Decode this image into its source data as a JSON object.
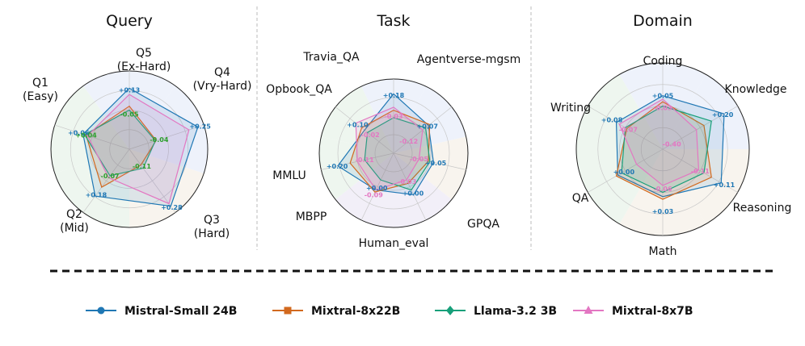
{
  "chart_data": [
    {
      "type": "radar",
      "title": "Query",
      "axes": [
        "Q5\n(Ex-Hard)",
        "Q4\n(Vry-Hard)",
        "Q3\n(Hard)",
        "Q2\n(Mid)",
        "Q1\n(Easy)"
      ],
      "series": [
        {
          "name": "Mistral-Small 24B",
          "values": [
            0.78,
            0.92,
            0.9,
            0.74,
            0.62
          ]
        },
        {
          "name": "Mixtral-8x22B",
          "values": [
            0.55,
            0.36,
            0.25,
            0.6,
            0.58
          ]
        },
        {
          "name": "Llama-3.2 3B",
          "values": [
            0.5,
            0.35,
            0.3,
            0.42,
            0.6
          ]
        },
        {
          "name": "Mixtral-8x7B",
          "values": [
            0.7,
            0.8,
            0.86,
            0.45,
            0.56
          ]
        }
      ],
      "annotations": [
        {
          "text": "+0.13",
          "axis": 0,
          "r": 0.76,
          "color": "#1f77b4"
        },
        {
          "text": "-0.05",
          "axis": 0,
          "r": 0.45,
          "color": "#2ca02c"
        },
        {
          "text": "+0.25",
          "axis": 1,
          "r": 0.95,
          "color": "#1f77b4"
        },
        {
          "text": "-0.04",
          "axis": 1,
          "r": 0.4,
          "color": "#2ca02c"
        },
        {
          "text": "+0.28",
          "axis": 2,
          "r": 0.92,
          "color": "#1f77b4"
        },
        {
          "text": "-0.11",
          "axis": 2,
          "r": 0.27,
          "color": "#2ca02c"
        },
        {
          "text": "+0.18",
          "axis": 3,
          "r": 0.72,
          "color": "#1f77b4"
        },
        {
          "text": "-0.07",
          "axis": 3,
          "r": 0.42,
          "color": "#2ca02c"
        },
        {
          "text": "+0.06",
          "axis": 4,
          "r": 0.68,
          "color": "#1f77b4"
        },
        {
          "text": "+0.04",
          "axis": 4,
          "r": 0.58,
          "color": "#2ca02c"
        }
      ],
      "sector_colors": [
        "#eef2fb",
        "#eef2fb",
        "#f8f4ee",
        "#eef6ef",
        "#eef6ef"
      ]
    },
    {
      "type": "radar",
      "title": "Task",
      "axes": [
        "Travia_QA",
        "Agentverse-mgsm",
        "GPQA",
        "Human_eval",
        "MBPP",
        "MMLU",
        "Opbook_QA"
      ],
      "series": [
        {
          "name": "Mistral-Small 24B",
          "values": [
            0.8,
            0.6,
            0.55,
            0.62,
            0.55,
            0.77,
            0.5
          ]
        },
        {
          "name": "Mixtral-8x22B",
          "values": [
            0.58,
            0.62,
            0.48,
            0.45,
            0.58,
            0.6,
            0.55
          ]
        },
        {
          "name": "Llama-3.2 3B",
          "values": [
            0.48,
            0.55,
            0.5,
            0.55,
            0.4,
            0.4,
            0.45
          ]
        },
        {
          "name": "Mixtral-8x7B",
          "values": [
            0.62,
            0.5,
            0.35,
            0.4,
            0.55,
            0.5,
            0.65
          ]
        }
      ],
      "annotations": [
        {
          "text": "+0.18",
          "axis": 0,
          "r": 0.78,
          "color": "#1f77b4"
        },
        {
          "text": "-0.03",
          "axis": 0,
          "r": 0.5,
          "color": "#e377c2"
        },
        {
          "text": "+0.07",
          "axis": 1,
          "r": 0.58,
          "color": "#1f77b4"
        },
        {
          "text": "-0.12",
          "axis": 1,
          "r": 0.26,
          "color": "#e377c2"
        },
        {
          "text": "+0.05",
          "axis": 2,
          "r": 0.58,
          "color": "#1f77b4"
        },
        {
          "text": "-0.05",
          "axis": 2,
          "r": 0.35,
          "color": "#e377c2"
        },
        {
          "text": "+0.00",
          "axis": 3,
          "r": 0.6,
          "color": "#1f77b4"
        },
        {
          "text": "-0.03",
          "axis": 3,
          "r": 0.42,
          "color": "#e377c2"
        },
        {
          "text": "+0.00",
          "axis": 4,
          "r": 0.52,
          "color": "#1f77b4"
        },
        {
          "text": "-0.09",
          "axis": 4,
          "r": 0.62,
          "color": "#e377c2"
        },
        {
          "text": "+0.20",
          "axis": 5,
          "r": 0.78,
          "color": "#1f77b4"
        },
        {
          "text": "-0.11",
          "axis": 5,
          "r": 0.4,
          "color": "#e377c2"
        },
        {
          "text": "+0.10",
          "axis": 6,
          "r": 0.62,
          "color": "#1f77b4"
        },
        {
          "text": "-0.02",
          "axis": 6,
          "r": 0.4,
          "color": "#e377c2"
        }
      ],
      "sector_colors": [
        "#eef2fb",
        "#eef2fb",
        "#f8f4ee",
        "#f2eff8",
        "#f2eff8",
        "#eef6ef",
        "#eef6ef"
      ]
    },
    {
      "type": "radar",
      "title": "Domain",
      "axes": [
        "Coding",
        "Knowledge",
        "Reasoning",
        "Math",
        "QA",
        "Writing"
      ],
      "series": [
        {
          "name": "Mistral-Small 24B",
          "values": [
            0.62,
            0.82,
            0.78,
            0.55,
            0.6,
            0.62
          ]
        },
        {
          "name": "Mixtral-8x22B",
          "values": [
            0.55,
            0.55,
            0.65,
            0.58,
            0.62,
            0.48
          ]
        },
        {
          "name": "Llama-3.2 3B",
          "values": [
            0.5,
            0.65,
            0.55,
            0.5,
            0.55,
            0.5
          ]
        },
        {
          "name": "Mixtral-8x7B",
          "values": [
            0.58,
            0.45,
            0.48,
            0.42,
            0.35,
            0.58
          ]
        }
      ],
      "annotations": [
        {
          "text": "+0.05",
          "axis": 0,
          "r": 0.62,
          "color": "#1f77b4"
        },
        {
          "text": "-0.03",
          "axis": 0,
          "r": 0.48,
          "color": "#e377c2"
        },
        {
          "text": "+0.20",
          "axis": 1,
          "r": 0.8,
          "color": "#1f77b4"
        },
        {
          "text": "-0.40",
          "axis": 1,
          "r": 0.12,
          "color": "#e377c2"
        },
        {
          "text": "+0.11",
          "axis": 2,
          "r": 0.82,
          "color": "#1f77b4"
        },
        {
          "text": "-0.11",
          "axis": 2,
          "r": 0.5,
          "color": "#e377c2"
        },
        {
          "text": "+0.03",
          "axis": 3,
          "r": 0.72,
          "color": "#1f77b4"
        },
        {
          "text": "-0.06",
          "axis": 3,
          "r": 0.46,
          "color": "#e377c2"
        },
        {
          "text": "+0.00",
          "axis": 4,
          "r": 0.52,
          "color": "#1f77b4"
        },
        {
          "text": "-0.07",
          "axis": 5,
          "r": 0.46,
          "color": "#e377c2"
        },
        {
          "text": "+0.08",
          "axis": 5,
          "r": 0.68,
          "color": "#1f77b4"
        }
      ],
      "sector_colors": [
        "#eef2fb",
        "#eef2fb",
        "#f8f4ee",
        "#f8f4ee",
        "#eef6ef",
        "#eef6ef"
      ]
    }
  ],
  "legend": [
    {
      "name": "Mistral-Small 24B",
      "color": "#1f77b4",
      "marker": "circle"
    },
    {
      "name": "Mixtral-8x22B",
      "color": "#d2691e",
      "marker": "square"
    },
    {
      "name": "Llama-3.2 3B",
      "color": "#17a07a",
      "marker": "diamond"
    },
    {
      "name": "Mixtral-8x7B",
      "color": "#e377c2",
      "marker": "triangle"
    }
  ],
  "series_colors": {
    "Mistral-Small 24B": "#1f77b4",
    "Mixtral-8x22B": "#d2691e",
    "Llama-3.2 3B": "#17a07a",
    "Mixtral-8x7B": "#e377c2"
  }
}
